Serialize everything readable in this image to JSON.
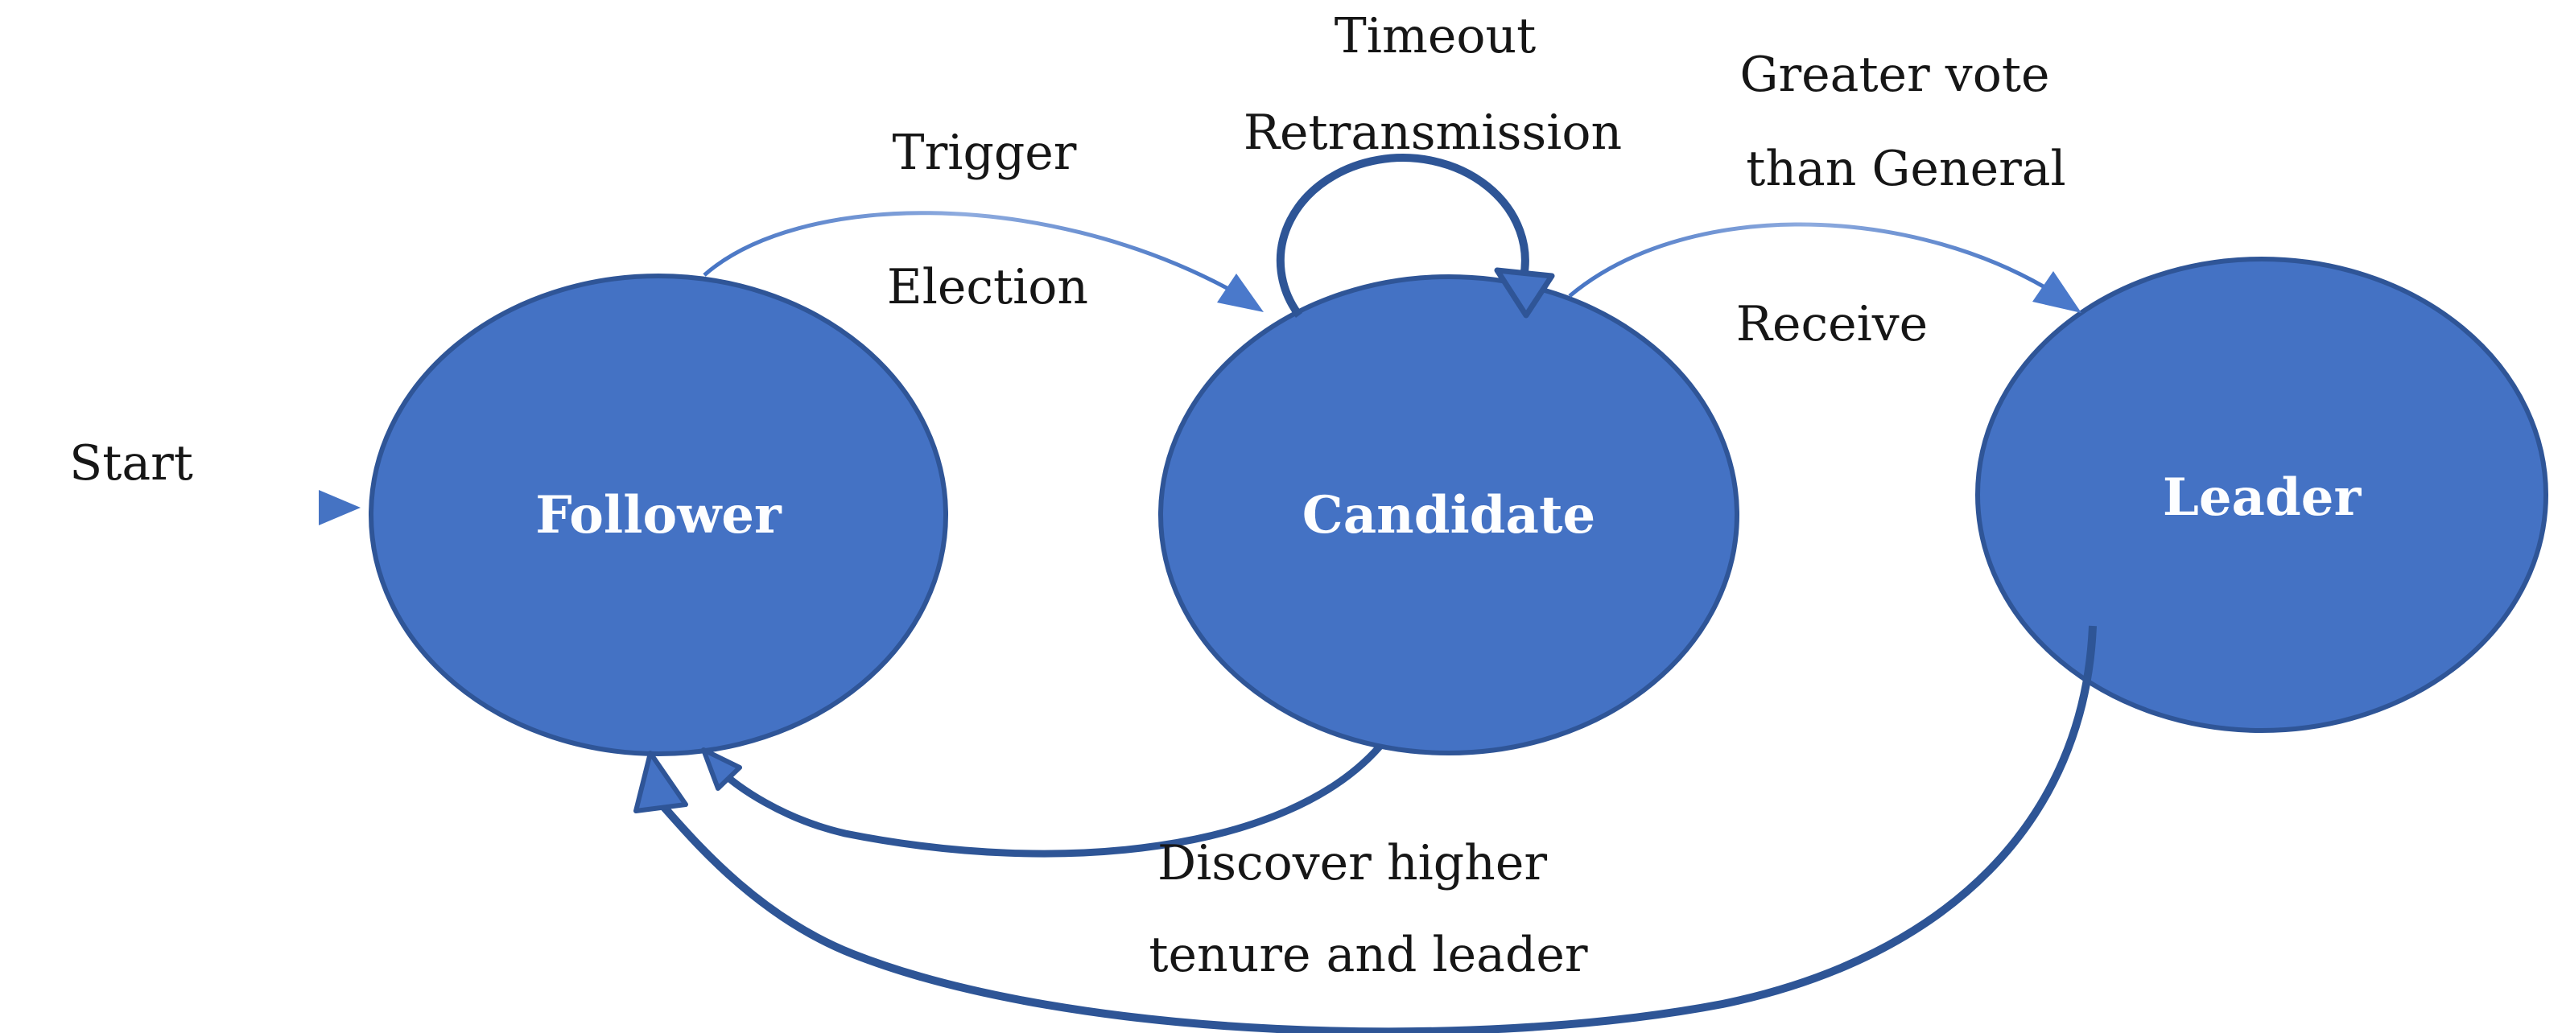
{
  "diagram": {
    "type": "state-machine",
    "background_color": "#ffffff",
    "colors": {
      "node_fill": "#4472C4",
      "node_border": "#2F5597",
      "dark_arrow": "#2E5596",
      "light_arrow": "#4573C3",
      "light_arrow_highlight": "#8FACDF",
      "label_text": "#161616",
      "node_label_text": "#FDFEFF"
    },
    "start_label": "Start",
    "nodes": [
      {
        "id": "follower",
        "label": "Follower"
      },
      {
        "id": "candidate",
        "label": "Candidate"
      },
      {
        "id": "leader",
        "label": "Leader"
      }
    ],
    "edge_labels": {
      "trigger_line1": "Trigger",
      "trigger_line2": "Election",
      "selfloop_line1": "Timeout",
      "selfloop_line2": "Retransmission",
      "to_leader_line1": "Greater vote",
      "to_leader_line2": "than General",
      "to_leader_line3": "Receive",
      "to_follower_line1": "Discover higher",
      "to_follower_line2": "tenure and leader"
    },
    "transitions": [
      {
        "from": "start",
        "to": "follower",
        "label": "Start"
      },
      {
        "from": "follower",
        "to": "candidate",
        "label": "Trigger Election"
      },
      {
        "from": "candidate",
        "to": "candidate",
        "label": "Timeout Retransmission"
      },
      {
        "from": "candidate",
        "to": "leader",
        "label": "Greater vote than General Receive"
      },
      {
        "from": "candidate",
        "to": "follower",
        "label": ""
      },
      {
        "from": "leader",
        "to": "follower",
        "label": "Discover higher tenure and leader"
      }
    ]
  }
}
